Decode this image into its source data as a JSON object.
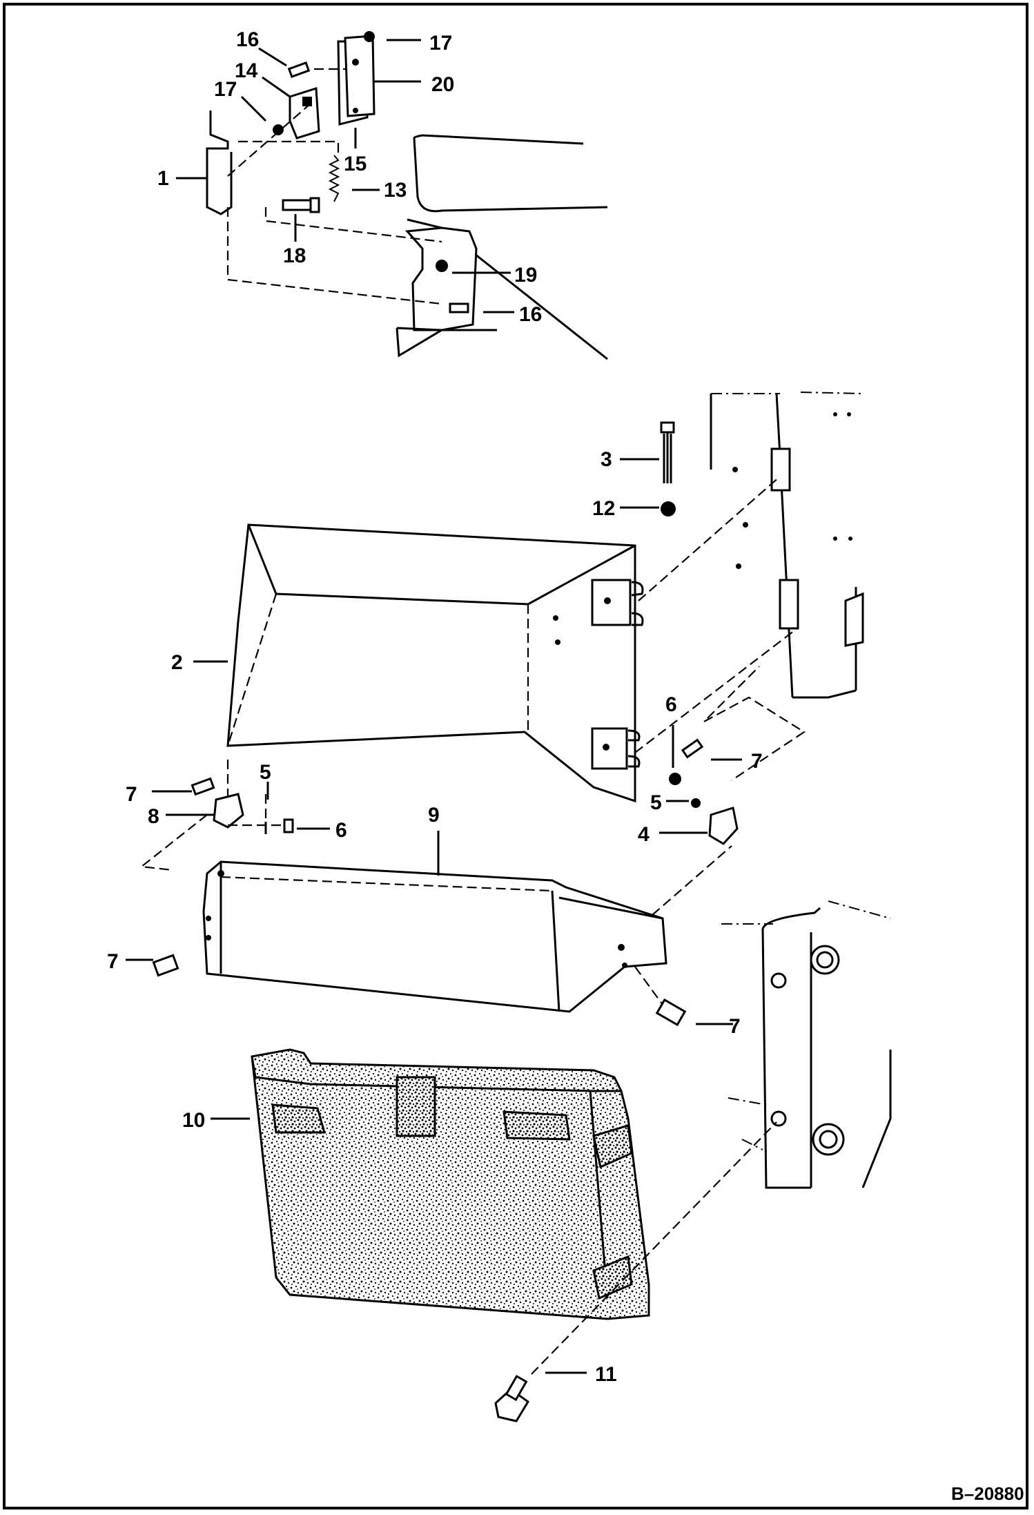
{
  "figure_ref": "B–20880",
  "callouts": [
    {
      "id": "c1",
      "label": "1"
    },
    {
      "id": "c2",
      "label": "2"
    },
    {
      "id": "c3",
      "label": "3"
    },
    {
      "id": "c4",
      "label": "4"
    },
    {
      "id": "c5a",
      "label": "5"
    },
    {
      "id": "c5b",
      "label": "5"
    },
    {
      "id": "c6a",
      "label": "6"
    },
    {
      "id": "c6b",
      "label": "6"
    },
    {
      "id": "c7a",
      "label": "7"
    },
    {
      "id": "c7b",
      "label": "7"
    },
    {
      "id": "c7c",
      "label": "7"
    },
    {
      "id": "c7d",
      "label": "7"
    },
    {
      "id": "c8",
      "label": "8"
    },
    {
      "id": "c9",
      "label": "9"
    },
    {
      "id": "c10",
      "label": "10"
    },
    {
      "id": "c11",
      "label": "11"
    },
    {
      "id": "c12",
      "label": "12"
    },
    {
      "id": "c13",
      "label": "13"
    },
    {
      "id": "c14",
      "label": "14"
    },
    {
      "id": "c15",
      "label": "15"
    },
    {
      "id": "c16a",
      "label": "16"
    },
    {
      "id": "c16b",
      "label": "16"
    },
    {
      "id": "c17a",
      "label": "17"
    },
    {
      "id": "c17b",
      "label": "17"
    },
    {
      "id": "c18",
      "label": "18"
    },
    {
      "id": "c19",
      "label": "19"
    },
    {
      "id": "c20",
      "label": "20"
    }
  ]
}
